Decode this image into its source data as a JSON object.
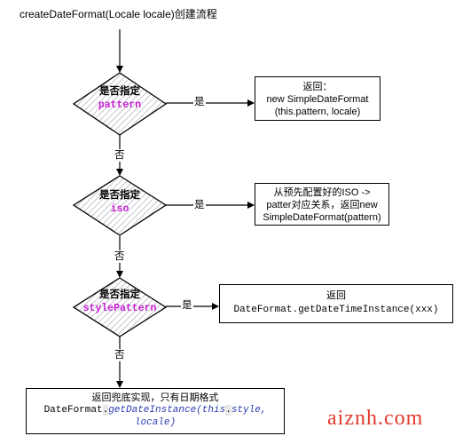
{
  "title": "createDateFormat(Locale locale)创建流程",
  "decisions": [
    {
      "label": "是否指定",
      "param": "pattern"
    },
    {
      "label": "是否指定",
      "param": "iso"
    },
    {
      "label": "是否指定",
      "param": "stylePattern"
    }
  ],
  "edges": {
    "yes": "是",
    "no": "否"
  },
  "boxes": {
    "b1": {
      "line1": "返回：",
      "line2": "new SimpleDateFormat",
      "line3": "(this.pattern, locale)"
    },
    "b2": {
      "line1": "从预先配置好的ISO ->",
      "line2": "patter对应关系，返回new",
      "line3": "SimpleDateFormat(pattern)"
    },
    "b3": {
      "line1": "返回",
      "code": "DateFormat.getDateTimeInstance(xxx)"
    },
    "b4": {
      "line1": "返回兜底实现，只有日期格式",
      "code_a": "DateFormat",
      "code_b": ".",
      "code_c": "getDateInstance(this",
      "code_d": ".",
      "code_e": "style,",
      "code_f": "locale)"
    }
  },
  "watermark": "aiznh.com"
}
